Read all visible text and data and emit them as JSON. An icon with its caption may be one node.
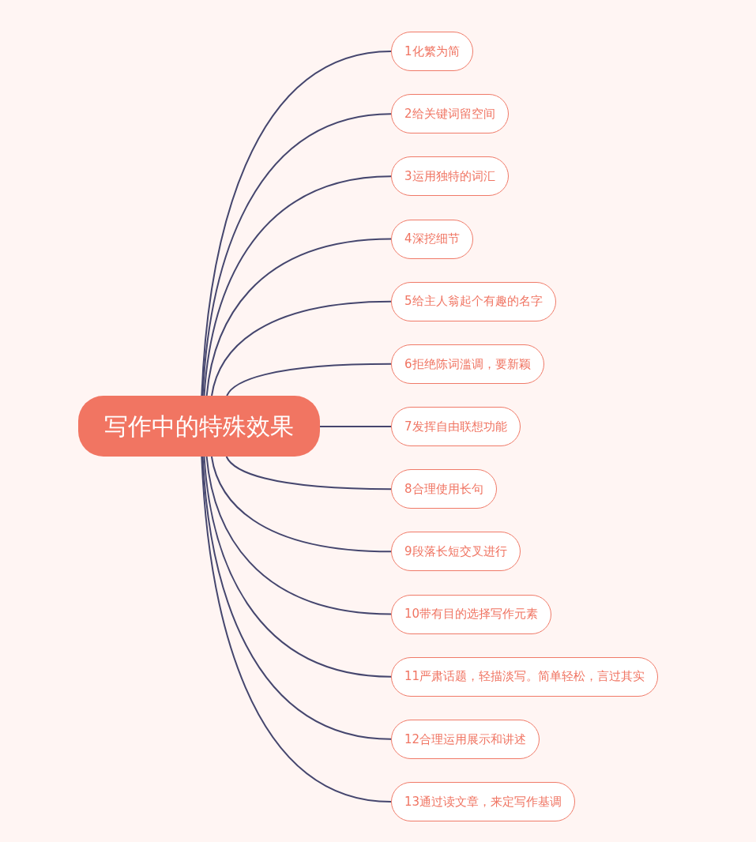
{
  "diagram": {
    "nodes": [
      {
        "text": [
          "写作中的特殊效果"
        ]
      },
      {
        "text": [
          "1化繁为简"
        ]
      },
      {
        "text": [
          "2给关键词留空间"
        ]
      },
      {
        "text": [
          "3运用独特的词汇"
        ]
      },
      {
        "text": [
          "4深挖细节"
        ]
      },
      {
        "text": [
          "5给主人翁起个有趣的名字"
        ]
      },
      {
        "text": [
          "6拒绝陈词滥调，要新颖"
        ]
      },
      {
        "text": [
          "7发挥自由联想功能"
        ]
      },
      {
        "text": [
          "8合理使用长句"
        ]
      },
      {
        "text": [
          "9段落长短交叉进行"
        ]
      },
      {
        "text": [
          "10带有目的选择写作元素"
        ]
      },
      {
        "text": [
          "11严肃话题，轻描淡写。简单轻松，言过其实"
        ]
      },
      {
        "text": [
          "12合理运用展示和讲述"
        ]
      },
      {
        "text": [
          "13通过读文章，来定写作基调"
        ]
      }
    ],
    "edges": [
      {
        "from": 0,
        "to": 1,
        "arrow": "none"
      },
      {
        "from": 0,
        "to": 2,
        "arrow": "none"
      },
      {
        "from": 0,
        "to": 3,
        "arrow": "none"
      },
      {
        "from": 0,
        "to": 4,
        "arrow": "none"
      },
      {
        "from": 0,
        "to": 5,
        "arrow": "none"
      },
      {
        "from": 0,
        "to": 6,
        "arrow": "none"
      },
      {
        "from": 0,
        "to": 7,
        "arrow": "none"
      },
      {
        "from": 0,
        "to": 8,
        "arrow": "none"
      },
      {
        "from": 0,
        "to": 9,
        "arrow": "none"
      },
      {
        "from": 0,
        "to": 10,
        "arrow": "none"
      },
      {
        "from": 0,
        "to": 11,
        "arrow": "none"
      },
      {
        "from": 0,
        "to": 12,
        "arrow": "none"
      },
      {
        "from": 0,
        "to": 13,
        "arrow": "none"
      }
    ]
  }
}
